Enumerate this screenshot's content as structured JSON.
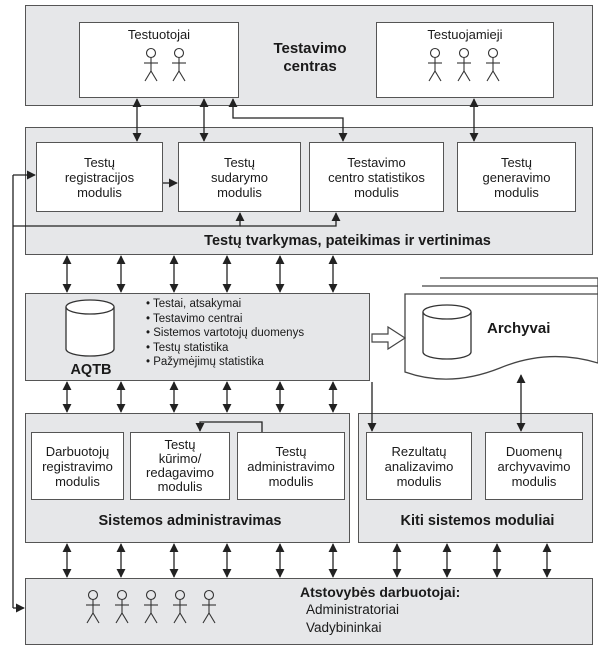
{
  "testing_center": {
    "title_line1": "Testavimo",
    "title_line2": "centras",
    "testers_label": "Testuotojai",
    "testees_label": "Testuojamieji"
  },
  "test_management": {
    "title": "Testų tvarkymas, pateikimas ir vertinimas",
    "modules": [
      {
        "line1": "Testų",
        "line2": "registracijos",
        "line3": "modulis"
      },
      {
        "line1": "Testų",
        "line2": "sudarymo",
        "line3": "modulis"
      },
      {
        "line1": "Testavimo",
        "line2": "centro statistikos",
        "line3": "modulis"
      },
      {
        "line1": "Testų",
        "line2": "generavimo",
        "line3": "modulis"
      }
    ]
  },
  "database": {
    "name": "AQTB",
    "items": [
      "• Testai, atsakymai",
      "• Testavimo centrai",
      "• Sistemos vartotojų duomenys",
      "• Testų statistika",
      "• Pažymėjimų statistika"
    ],
    "archive_label": "Archyvai"
  },
  "system_admin": {
    "title": "Sistemos administravimas",
    "modules": [
      {
        "line1": "Darbuotojų",
        "line2": "registravimo",
        "line3": "modulis",
        "line4": ""
      },
      {
        "line1": "Testų",
        "line2": "kūrimo/",
        "line3": "redagavimo",
        "line4": "modulis"
      },
      {
        "line1": "Testų",
        "line2": "administravimo",
        "line3": "modulis",
        "line4": ""
      }
    ]
  },
  "other_modules": {
    "title": "Kiti sistemos moduliai",
    "modules": [
      {
        "line1": "Rezultatų",
        "line2": "analizavimo",
        "line3": "modulis"
      },
      {
        "line1": "Duomenų",
        "line2": "archyvavimo",
        "line3": "modulis"
      }
    ]
  },
  "representatives": {
    "title": "Atstovybės darbuotojai:",
    "line1": "Administratoriai",
    "line2": "Vadybininkai"
  },
  "colors": {
    "band_fill": "#e6e7e9",
    "stroke": "#333333"
  }
}
